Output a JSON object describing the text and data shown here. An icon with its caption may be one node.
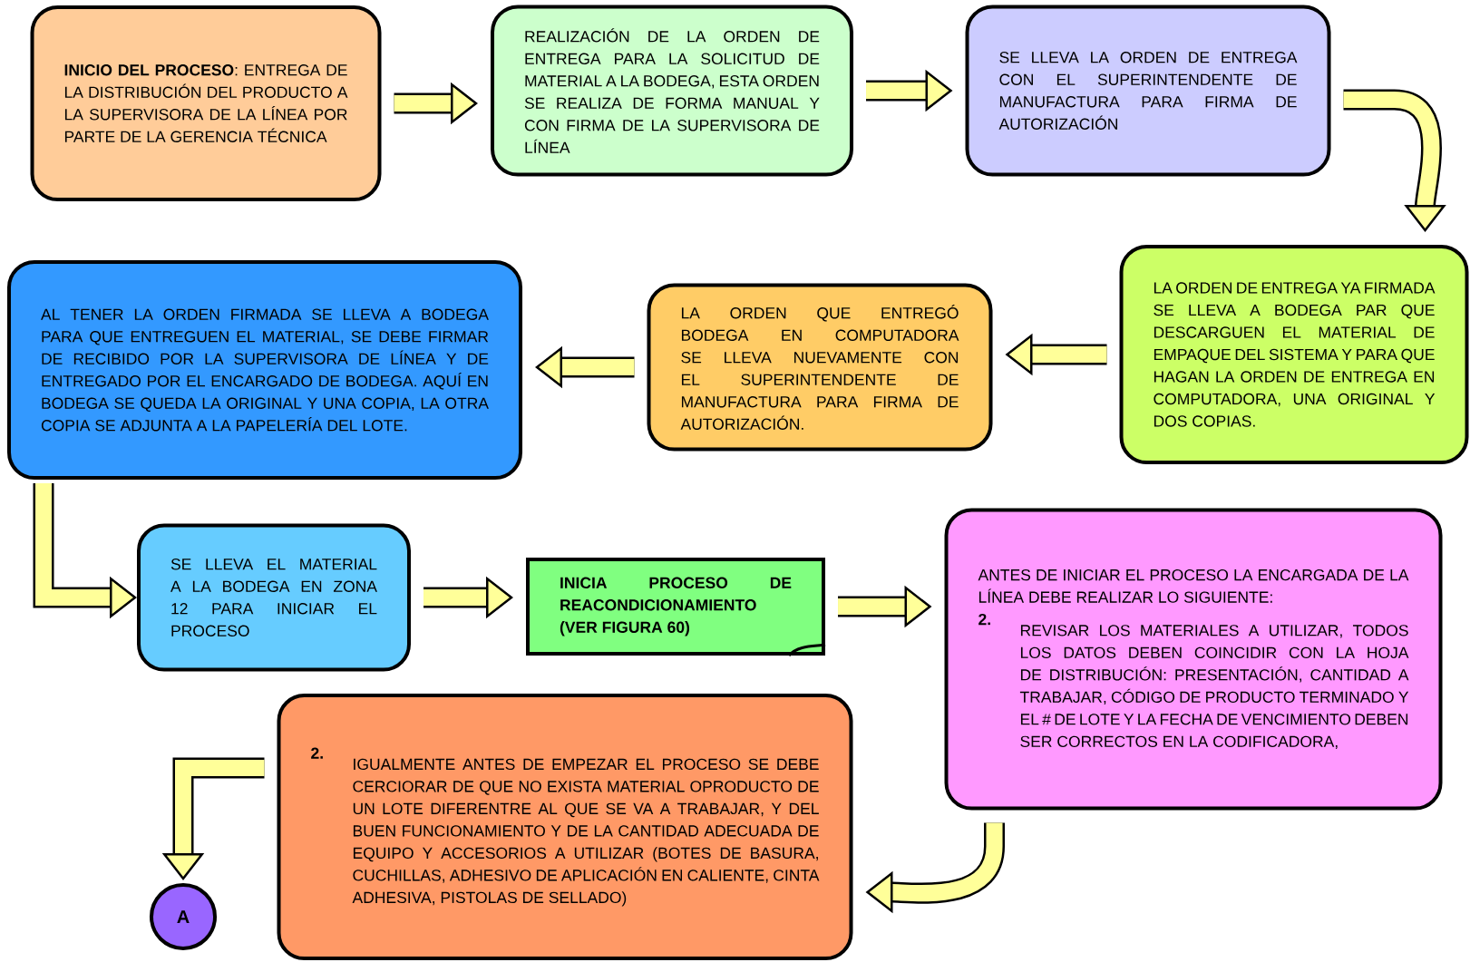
{
  "diagram": {
    "nodes": [
      {
        "text": [
          "**INICIO DEL PROCESO**: ENTREGA DE LA DISTRIBUCIÓN DEL PRODUCTO A LA SUPERVISORA DE LA LÍNEA POR PARTE DE LA GERENCIA TÉCNICA"
        ]
      },
      {
        "text": [
          "REALIZACIÓN DE LA ORDEN DE ENTREGA PARA LA SOLICITUD DE MATERIAL A LA BODEGA, ESTA ORDEN SE REALIZA DE FORMA MANUAL Y CON FIRMA DE LA SUPERVISORA DE LÍNEA"
        ]
      },
      {
        "text": [
          "SE LLEVA LA ORDEN DE ENTREGA CON EL SUPERINTENDENTE DE MANUFACTURA PARA FIRMA DE AUTORIZACIÓN"
        ]
      },
      {
        "text": [
          "LA ORDEN DE ENTREGA YA FIRMADA SE LLEVA A BODEGA PAR QUE DESCARGUEN EL MATERIAL DE EMPAQUE DEL SISTEMA Y PARA QUE HAGAN LA ORDEN DE ENTREGA EN COMPUTADORA, UNA ORIGINAL Y DOS COPIAS."
        ]
      },
      {
        "text": [
          "LA ORDEN QUE ENTREGÓ BODEGA EN COMPUTADORA SE LLEVA NUEVAMENTE CON EL SUPERINTENDENTE DE MANUFACTURA PARA FIRMA DE AUTORIZACIÓN."
        ]
      },
      {
        "text": [
          "AL TENER LA ORDEN FIRMADA SE LLEVA A BODEGA PARA QUE ENTREGUEN EL MATERIAL, SE DEBE FIRMAR DE RECIBIDO POR LA SUPERVISORA DE LÍNEA Y DE ENTREGADO POR EL ENCARGADO DE BODEGA. AQUÍ EN BODEGA SE QUEDA LA ORIGINAL Y UNA COPIA, LA OTRA COPIA SE ADJUNTA A LA PAPELERÍA DEL LOTE."
        ]
      },
      {
        "text": [
          "SE LLEVA EL MATERIAL A LA BODEGA EN ZONA 12 PARA INICIAR EL PROCESO"
        ]
      },
      {
        "text": [
          "INICIA PROCESO DE REACONDICIONAMIENTO (VER FIGURA 60)"
        ]
      },
      {
        "text": [
          "ANTES DE INICIAR EL PROCESO LA ENCARGADA DE LA LÍNEA DEBE REALIZAR LO SIGUIENTE:",
          "2.",
          "REVISAR LOS MATERIALES A UTILIZAR, TODOS LOS DATOS DEBEN COINCIDIR CON LA HOJA DE DISTRIBUCIÓN: PRESENTACIÓN, CANTIDAD A TRABAJAR, CÓDIGO DE PRODUCTO TERMINADO Y EL # DE LOTE Y LA FECHA DE VENCIMIENTO DEBEN SER CORRECTOS EN LA CODIFICADORA,"
        ]
      },
      {
        "text": [
          "2.",
          "IGUALMENTE ANTES DE EMPEZAR EL PROCESO SE DEBE CERCIORAR DE QUE NO EXISTA MATERIAL OPRODUCTO DE UN LOTE DIFERENTRE AL QUE SE VA A TRABAJAR, Y DEL BUEN FUNCIONAMIENTO Y DE LA CANTIDAD ADECUADA DE EQUIPO Y ACCESORIOS A UTILIZAR (BOTES DE BASURA, CUCHILLAS, ADHESIVO DE APLICACIÓN EN CALIENTE, CINTA ADHESIVA, PISTOLAS DE SELLADO)"
        ]
      },
      {
        "text": [
          "A"
        ]
      }
    ],
    "edges": [
      {
        "from": 0,
        "to": 1,
        "arrow": "to"
      },
      {
        "from": 1,
        "to": 2,
        "arrow": "to"
      },
      {
        "from": 2,
        "to": 3,
        "arrow": "to"
      },
      {
        "from": 3,
        "to": 4,
        "arrow": "to"
      },
      {
        "from": 4,
        "to": 5,
        "arrow": "to"
      },
      {
        "from": 5,
        "to": 6,
        "arrow": "to"
      },
      {
        "from": 6,
        "to": 7,
        "arrow": "to"
      },
      {
        "from": 7,
        "to": 8,
        "arrow": "to"
      },
      {
        "from": 8,
        "to": 9,
        "arrow": "to"
      },
      {
        "from": 9,
        "to": 10,
        "arrow": "to"
      }
    ]
  }
}
